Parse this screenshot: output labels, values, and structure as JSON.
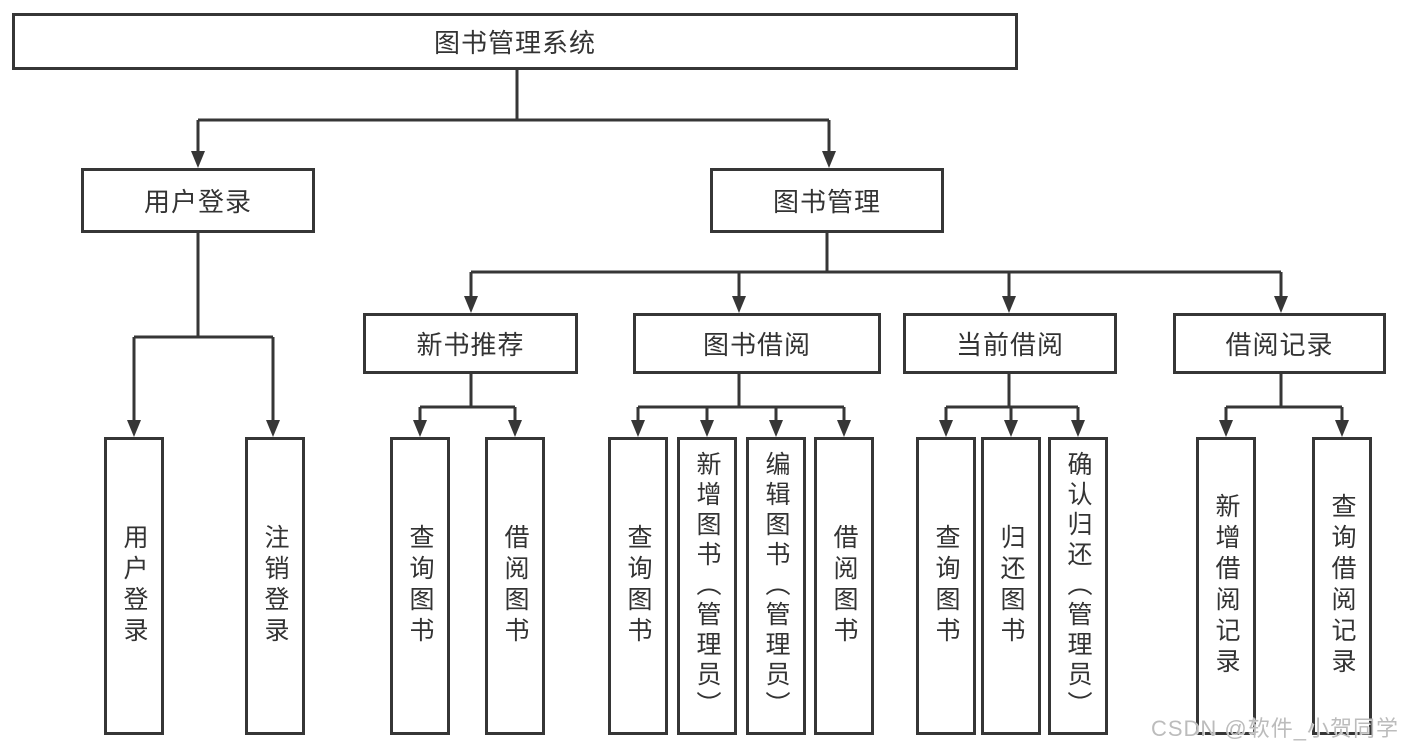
{
  "tree": {
    "root": {
      "label": "图书管理系统"
    },
    "branches": [
      {
        "label": "用户登录",
        "children": [
          {
            "label": "用户登录"
          },
          {
            "label": "注销登录"
          }
        ]
      },
      {
        "label": "图书管理",
        "sections": [
          {
            "label": "新书推荐",
            "children": [
              {
                "label": "查询图书"
              },
              {
                "label": "借阅图书"
              }
            ]
          },
          {
            "label": "图书借阅",
            "children": [
              {
                "label": "查询图书"
              },
              {
                "label": "新增图书（管理员）"
              },
              {
                "label": "编辑图书（管理员）"
              },
              {
                "label": "借阅图书"
              }
            ]
          },
          {
            "label": "当前借阅",
            "children": [
              {
                "label": "查询图书"
              },
              {
                "label": "归还图书"
              },
              {
                "label": "确认归还（管理员）"
              }
            ]
          },
          {
            "label": "借阅记录",
            "children": [
              {
                "label": "新增借阅记录"
              },
              {
                "label": "查询借阅记录"
              }
            ]
          }
        ]
      }
    ]
  },
  "watermark": {
    "text": "CSDN @软件_小贺同学"
  },
  "colors": {
    "line": "#363636",
    "box_fill": "#ffffff",
    "text": "#333333",
    "watermark": "#bcbcbc",
    "background": "#ffffff"
  }
}
